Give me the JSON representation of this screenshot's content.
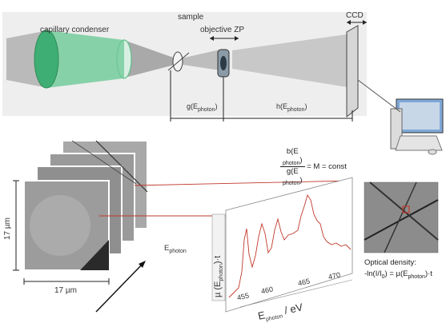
{
  "optics": {
    "capillary_condenser": "capillary condenser",
    "sample": "sample",
    "objective_zp": "objective ZP",
    "ccd": "CCD",
    "g_label": "g(E",
    "g_sub": "photon",
    "h_label": "h(E",
    "h_sub": "photon"
  },
  "formula": {
    "num": "b(E",
    "num_sub": "photon",
    "den": "g(E",
    "den_sub": "photon",
    "rhs": "= M = const"
  },
  "stack": {
    "height_label": "17 µm",
    "width_label": "17 µm",
    "energy_axis": "E",
    "energy_sub": "photon"
  },
  "spectrum": {
    "y_label": "µ (E",
    "y_sub": "photon",
    "y_suffix": ")·t",
    "x_label": "E",
    "x_sub": "photon",
    "x_suffix": " / eV",
    "ticks": [
      "455",
      "460",
      "465",
      "470"
    ]
  },
  "optical_density": {
    "title": "Optical density:",
    "formula_a": "-ln(I/I",
    "formula_sub0": "0",
    "formula_b": ") = µ(E",
    "formula_sub1": "photon",
    "formula_c": ")·t"
  },
  "colors": {
    "condenser_green": "#5fbf8a",
    "spectrum_red": "#c0392b",
    "beam_gray": "#9a9a9a"
  }
}
